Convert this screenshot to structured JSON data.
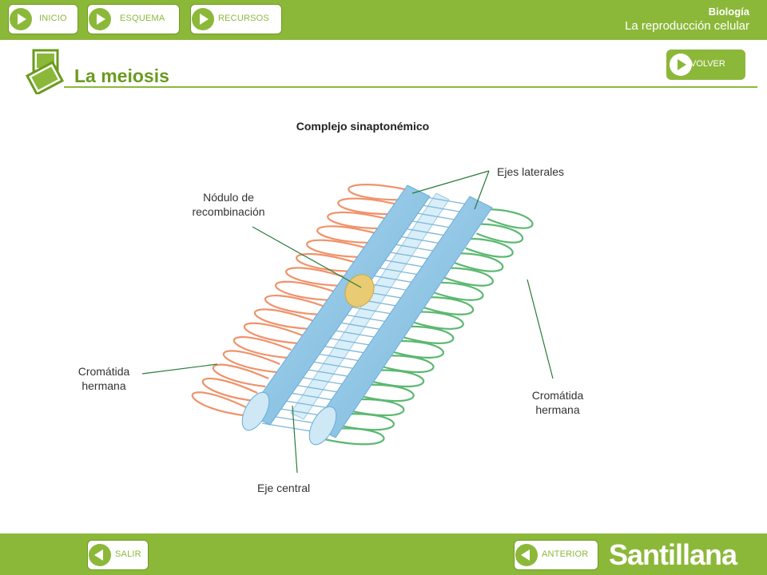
{
  "nav": {
    "inicio": "INICIO",
    "esquema": "ESQUEMA",
    "recursos": "RECURSOS"
  },
  "subject": {
    "name": "Biología",
    "topic": "La reproducción celular"
  },
  "page": {
    "title": "La meiosis",
    "back_label": "VOLVER"
  },
  "diagram": {
    "title": "Complejo sinaptonémico",
    "labels": {
      "lateral_axes": "Ejes laterales",
      "recombination_node_line1": "Nódulo de",
      "recombination_node_line2": "recombinación",
      "chromatid_left_line1": "Cromátida",
      "chromatid_left_line2": "hermana",
      "chromatid_right_line1": "Cromátida",
      "chromatid_right_line2": "hermana",
      "central_axis": "Eje central"
    }
  },
  "footer": {
    "exit_label": "SALIR",
    "previous_label": "ANTERIOR",
    "brand": "Santillana"
  },
  "colors": {
    "green": "#8cb83a",
    "dark_green": "#6b9b1e",
    "axis_blue": "#8ec5e6",
    "orange_loops": "#f0926a",
    "green_loops": "#5bb870",
    "node_yellow": "#e8cb72"
  }
}
